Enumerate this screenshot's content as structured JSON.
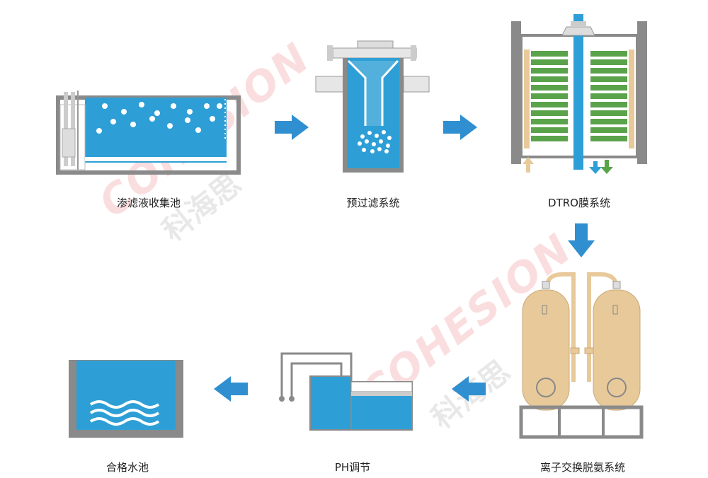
{
  "stages": [
    {
      "id": "leachate",
      "label": "渗滤液收集池"
    },
    {
      "id": "prefilter",
      "label": "预过滤系统"
    },
    {
      "id": "dtro",
      "label": "DTRO膜系统"
    },
    {
      "id": "ion",
      "label": "离子交换脱氨系统"
    },
    {
      "id": "ph",
      "label": "PH调节"
    },
    {
      "id": "clean",
      "label": "合格水池"
    }
  ],
  "watermark": {
    "en": "COHESION",
    "cn": "科海思"
  },
  "colors": {
    "water": "#2e9fd6",
    "arrow": "#2f8fd0",
    "frame": "#8a8a8a",
    "membrane": "#5aa34a",
    "tank": "#e8c99a"
  }
}
